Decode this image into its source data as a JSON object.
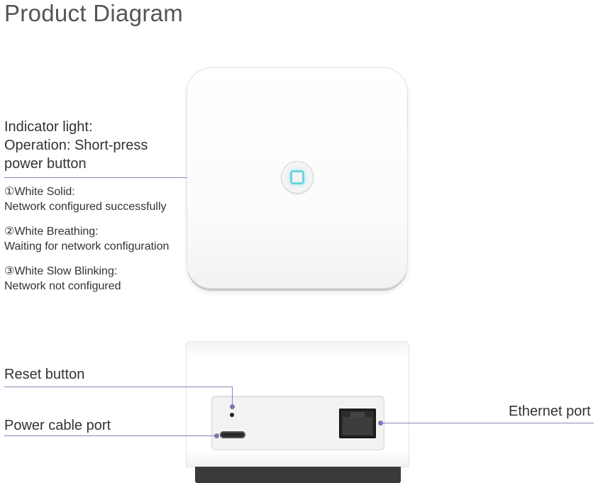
{
  "title": "Product Diagram",
  "indicator": {
    "heading_lines": [
      "Indicator light:",
      "Operation: Short-press",
      "power button"
    ],
    "states": [
      {
        "name": "①White Solid:",
        "desc": "Network configured successfully"
      },
      {
        "name": "②White Breathing:",
        "desc": "Waiting for network configuration"
      },
      {
        "name": "③White Slow Blinking:",
        "desc": "Network not configured"
      }
    ]
  },
  "labels": {
    "reset": "Reset button",
    "power": "Power cable port",
    "ethernet": "Ethernet port"
  },
  "colors": {
    "leader": "#8a86b8",
    "led": "#6fd6dd",
    "base": "#3a3a3a"
  }
}
